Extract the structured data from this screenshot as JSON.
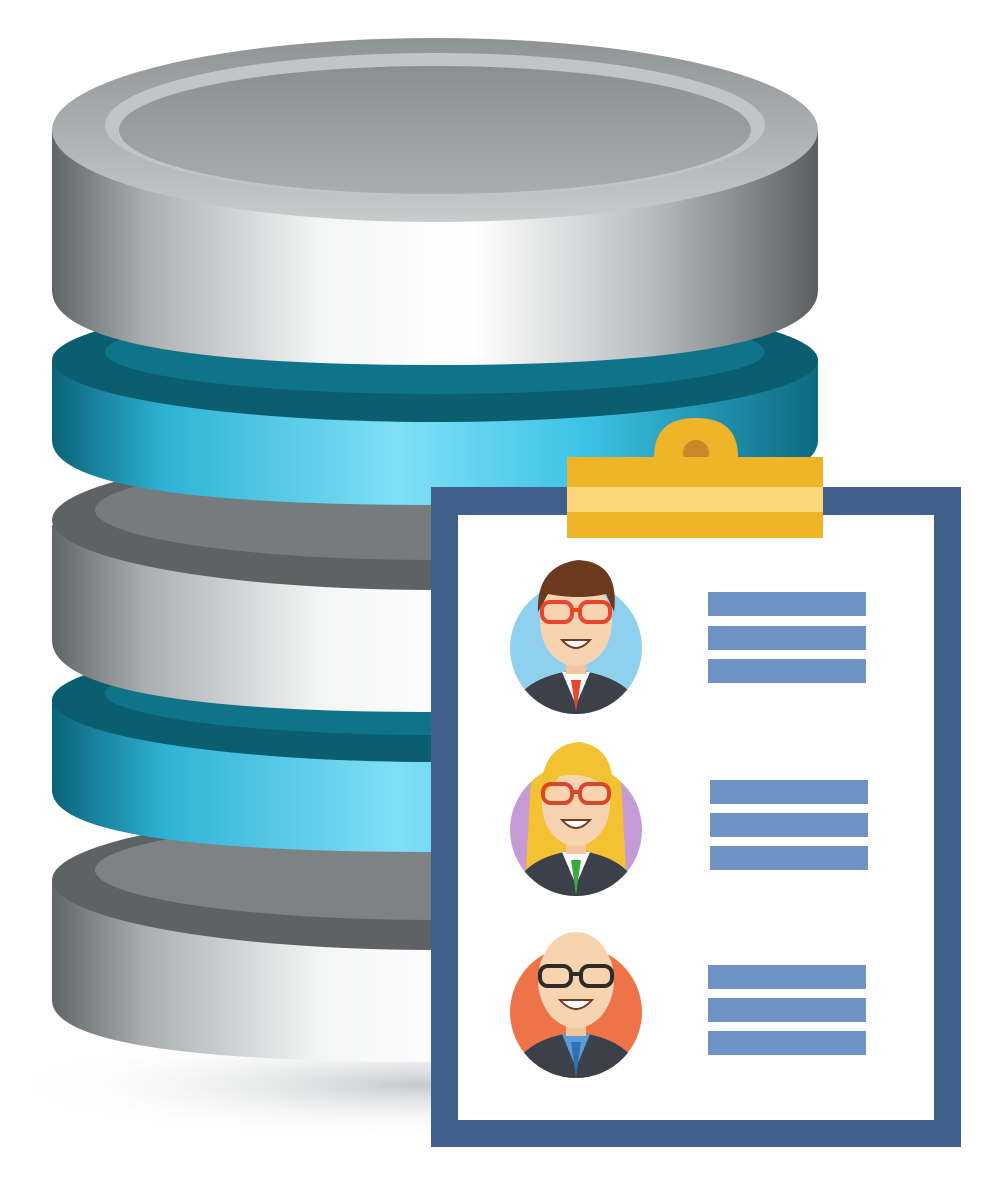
{
  "illustration": {
    "database_icon": {
      "disk_count": 3,
      "separator_ring_count": 2,
      "colors": {
        "metal_dark": "#6f7476",
        "metal_light": "#f2f3f3",
        "ring_dark": "#0b6a7f",
        "ring_light": "#45c8ea"
      }
    },
    "clipboard_icon": {
      "colors": {
        "frame": "#41618d",
        "paper": "#ffffff",
        "clip": "#f0b429",
        "clip_light": "#fcd77a",
        "line": "#6e93c4"
      },
      "entries": [
        {
          "avatar": "man-with-red-glasses-avatar",
          "avatar_bg": "#8fd0ee",
          "hair": "#6b3a1e",
          "tie": "#e8452c",
          "glasses": "#e8452c",
          "line_count": 3
        },
        {
          "avatar": "blonde-woman-avatar",
          "avatar_bg": "#c59bd6",
          "hair": "#f2c233",
          "tie": "#3aa845",
          "glasses": "#d9462b",
          "line_count": 3
        },
        {
          "avatar": "bald-man-avatar",
          "avatar_bg": "#ee7349",
          "hair": "none",
          "tie": "#2f6fb5",
          "glasses": "#2c2c2c",
          "line_count": 3
        }
      ]
    }
  }
}
